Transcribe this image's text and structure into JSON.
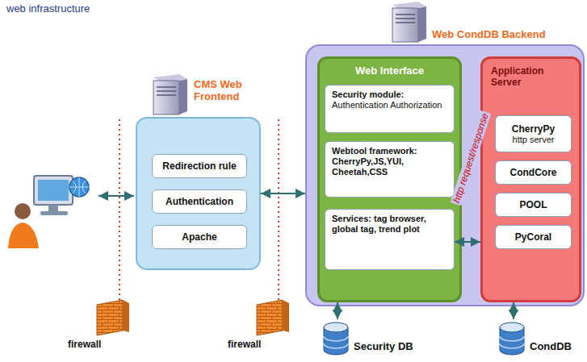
{
  "diagram": {
    "title": "web infrastructure",
    "nodes": [
      {
        "text": [
          "CMS Web Frontend"
        ]
      },
      {
        "text": [
          "Redirection rule"
        ],
        "in": 0
      },
      {
        "text": [
          "Authentication"
        ],
        "in": 0
      },
      {
        "text": [
          "Apache"
        ],
        "in": 0
      },
      {
        "text": [
          "Web CondDB Backend"
        ]
      },
      {
        "text": [
          "Web Interface"
        ],
        "in": 4
      },
      {
        "text": [
          "Security module:",
          "Authentication Authorization"
        ],
        "in": 5
      },
      {
        "text": [
          "Webtool framework:",
          "CherryPy,JS,YUI, Cheetah,CSS"
        ],
        "in": 5
      },
      {
        "text": [
          "Services: tag browser, global tag, trend plot"
        ],
        "in": 5
      },
      {
        "text": [
          "Application Server"
        ],
        "in": 4
      },
      {
        "text": [
          "CherryPy",
          "http server"
        ],
        "in": 9
      },
      {
        "text": [
          "CondCore"
        ],
        "in": 9
      },
      {
        "text": [
          "POOL"
        ],
        "in": 9
      },
      {
        "text": [
          "PyCoral"
        ],
        "in": 9
      },
      {
        "text": [
          "Security DB"
        ]
      },
      {
        "text": [
          "CondDB"
        ]
      }
    ],
    "edges": [
      {
        "from": 0,
        "to": 4,
        "arrow": "both"
      },
      {
        "from": 8,
        "to": 9,
        "label": "http request/response",
        "arrow": "both"
      },
      {
        "from": 5,
        "to": 14,
        "arrow": "both"
      },
      {
        "from": 9,
        "to": 15,
        "arrow": "both"
      }
    ],
    "labels": [
      "firewall",
      "firewall"
    ]
  }
}
